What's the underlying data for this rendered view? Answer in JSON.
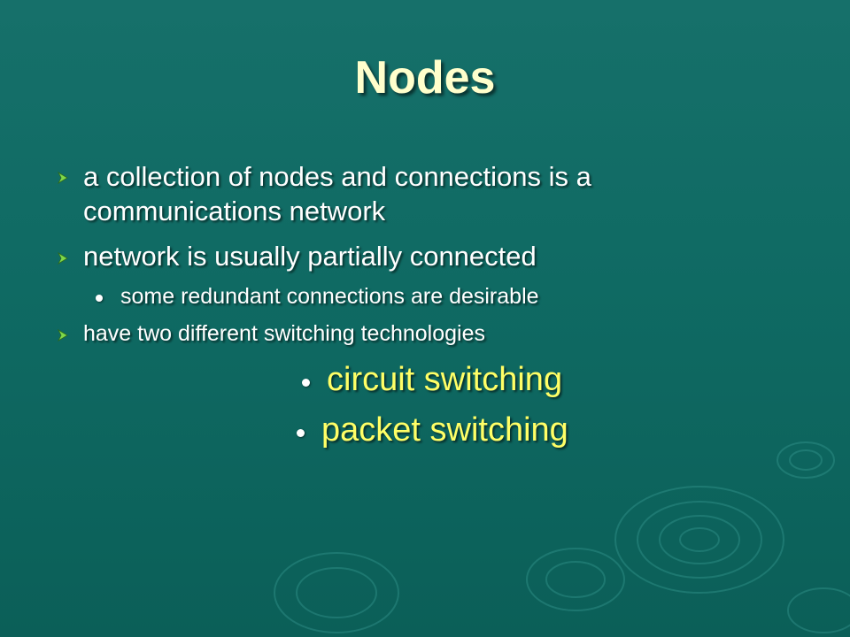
{
  "slide": {
    "title": "Nodes",
    "bullets": [
      {
        "line1": "a collection of nodes and connections is a",
        "line2": "communications network"
      },
      {
        "text": "network is usually partially connected"
      },
      {
        "text": "some redundant connections are desirable"
      },
      {
        "text": "have two different switching technologies"
      },
      {
        "text": "circuit switching"
      },
      {
        "text": "packet switching"
      }
    ]
  },
  "colors": {
    "background": "#0f6a63",
    "title": "#ffffcc",
    "body_text": "#ffffff",
    "highlight_text": "#ffff66",
    "arrow_bullet": "#7fd84a"
  },
  "icons": {
    "level1_bullet": "arrow-right-bullet-icon",
    "level2_bullet": "round-dot-bullet-icon"
  }
}
